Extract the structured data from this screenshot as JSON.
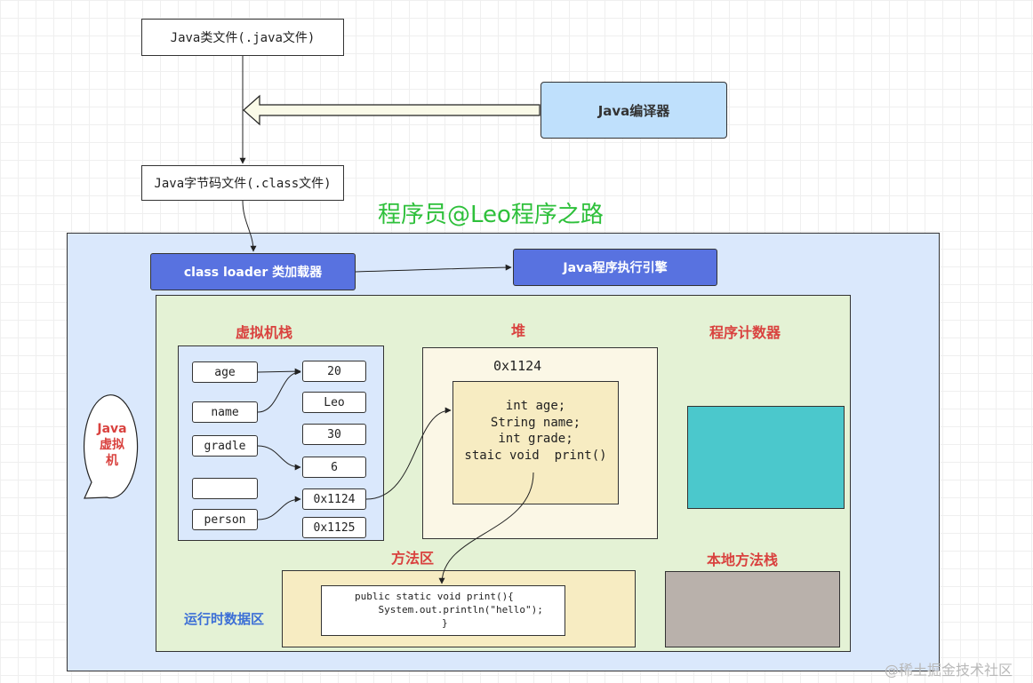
{
  "files": {
    "java_source": "Java类文件(.java文件)",
    "bytecode": "Java字节码文件(.class文件)"
  },
  "compiler": "Java编译器",
  "watermark_title": "程序员@Leo程序之路",
  "class_loader": "class loader 类加载器",
  "execution_engine": "Java程序执行引擎",
  "jvm_callout": [
    "Java",
    "虚拟",
    "机"
  ],
  "runtime_area": {
    "label": "运行时数据区",
    "vm_stack": {
      "label": "虚拟机栈",
      "variables": [
        "age",
        "name",
        "gradle",
        "",
        "person"
      ],
      "values": [
        "20",
        "Leo",
        "30",
        "6",
        "0x1124",
        "0x1125"
      ]
    },
    "heap": {
      "label": "堆",
      "address": "0x1124",
      "fields": [
        "int age;",
        "String name;",
        "int grade;",
        "staic void  print()"
      ]
    },
    "pc_register": {
      "label": "程序计数器"
    },
    "method_area": {
      "label": "方法区",
      "code": [
        "public static void print(){",
        "    System.out.println(\"hello\");",
        "}"
      ]
    },
    "native_stack": {
      "label": "本地方法栈"
    }
  },
  "footer_watermark": "@稀土掘金技术社区",
  "colors": {
    "compiler_fill": "#bfe0fc",
    "jvm_fill": "#dae8fc",
    "runtime_fill": "#e4f2d5",
    "loader_fill": "#5872e0",
    "heap_fill": "#fbf7e6",
    "object_fill": "#f7ecc2",
    "method_area_fill": "#f7ecc2",
    "pc_fill": "#4bc8cc",
    "native_fill": "#b9b1ab",
    "label_red": "#d9423f",
    "title_green": "#2ec03b"
  }
}
